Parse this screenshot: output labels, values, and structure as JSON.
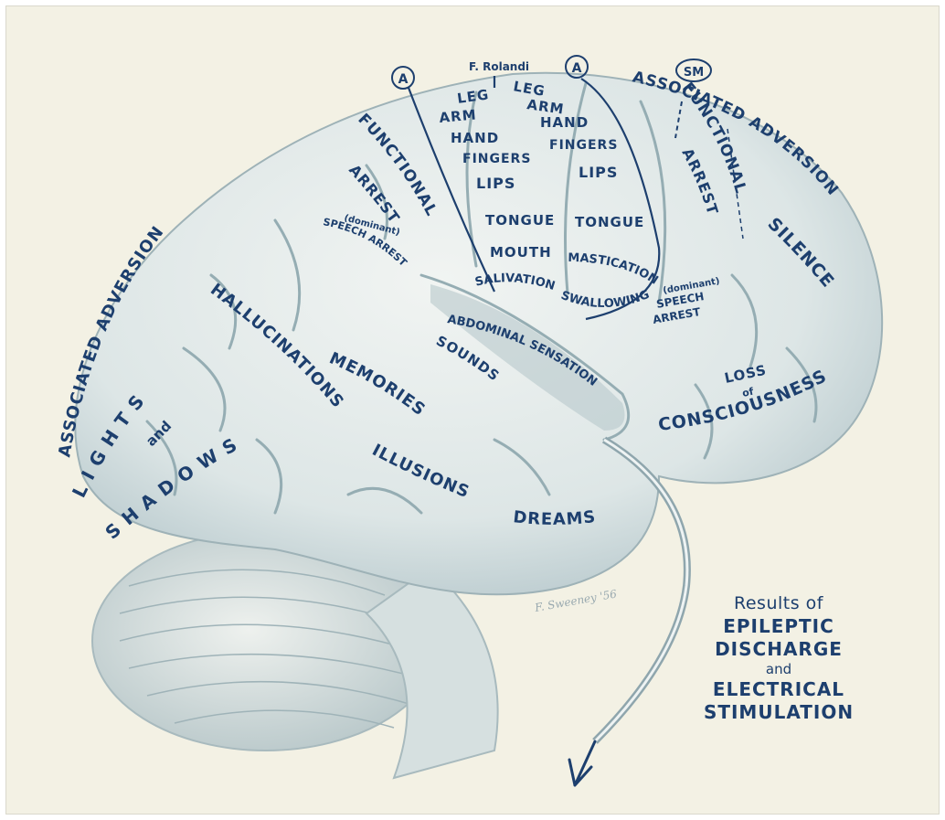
{
  "colors": {
    "ink": "#1d3f6e",
    "background": "#f3f1e4",
    "brain": "#e4eaea",
    "shade": "#a9bcc2"
  },
  "markers": {
    "a_left": "A",
    "a_right": "A",
    "sm": "SM",
    "rolandi": "F. Rolandi"
  },
  "labels": {
    "associated_adversion_left": "ASSOCIATED ADVERSION",
    "associated_adversion_right": "ASSOCIATED ADVERSION",
    "lights": "L I G H T S",
    "and_1": "and",
    "shadows": "S H A D O W S",
    "hallucinations": "HALLUCINATIONS",
    "illusions": "ILLUSIONS",
    "dreams": "DREAMS",
    "memories": "MEMORIES",
    "sounds": "SOUNDS",
    "abdominal_sensation": "ABDOMINAL SENSATION",
    "functional_left": "FUNCTIONAL",
    "arrest_left": "ARREST",
    "dominant_left": "(dominant)",
    "speech_arrest_left": "SPEECH ARREST",
    "leg_a": "LEG",
    "arm_a": "ARM",
    "hand_a": "HAND",
    "fingers_a": "FINGERS",
    "lips_a": "LIPS",
    "tongue_a": "TONGUE",
    "mouth": "MOUTH",
    "salivation": "SALIVATION",
    "leg_b": "LEG",
    "arm_b": "ARM",
    "hand_b": "HAND",
    "fingers_b": "FINGERS",
    "lips_b": "LIPS",
    "tongue_b": "TONGUE",
    "mastication": "MASTICATION",
    "swallowing": "SWALLOWING",
    "functional_right": "FUNCTIONAL",
    "arrest_right": "ARREST",
    "dominant_right": "(dominant)",
    "speech_right": "SPEECH",
    "arrest_right_2": "ARREST",
    "silence": "SILENCE",
    "loss": "LOSS",
    "of": "of",
    "consciousness": "CONSCIOUSNESS",
    "signature": "F. Sweeney '56"
  },
  "caption": {
    "line1": "Results of",
    "line2": "EPILEPTIC",
    "line3": "DISCHARGE",
    "line4": "and",
    "line5": "ELECTRICAL",
    "line6": "STIMULATION"
  }
}
